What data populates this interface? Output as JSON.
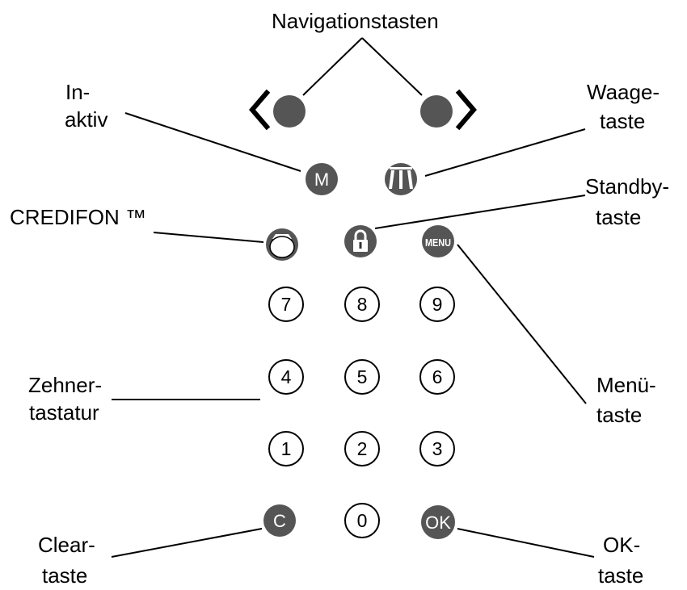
{
  "labels": {
    "navigation": "Navigationstasten",
    "inaktiv_1": "In-",
    "inaktiv_2": "aktiv",
    "waage_1": "Waage-",
    "waage_2": "taste",
    "credifon": "CREDIFON ™",
    "standby_1": "Standby-",
    "standby_2": "taste",
    "zehner_1": "Zehner-",
    "zehner_2": "tastatur",
    "menu_1": "Menü-",
    "menu_2": "taste",
    "clear_1": "Clear-",
    "clear_2": "taste",
    "ok_1": "OK-",
    "ok_2": "taste"
  },
  "keys": {
    "m": "M",
    "menu": "MENU",
    "c": "C",
    "ok": "OK",
    "digits": [
      "7",
      "8",
      "9",
      "4",
      "5",
      "6",
      "1",
      "2",
      "3",
      "0"
    ]
  },
  "icons": {
    "nav_left": "chevron-left-icon",
    "nav_right": "chevron-right-icon",
    "scale": "scale-icon",
    "credifon": "credifon-icon",
    "standby": "padlock-icon"
  },
  "colors": {
    "key_fill": "#555555",
    "key_outline": "#000000",
    "background": "#ffffff"
  }
}
